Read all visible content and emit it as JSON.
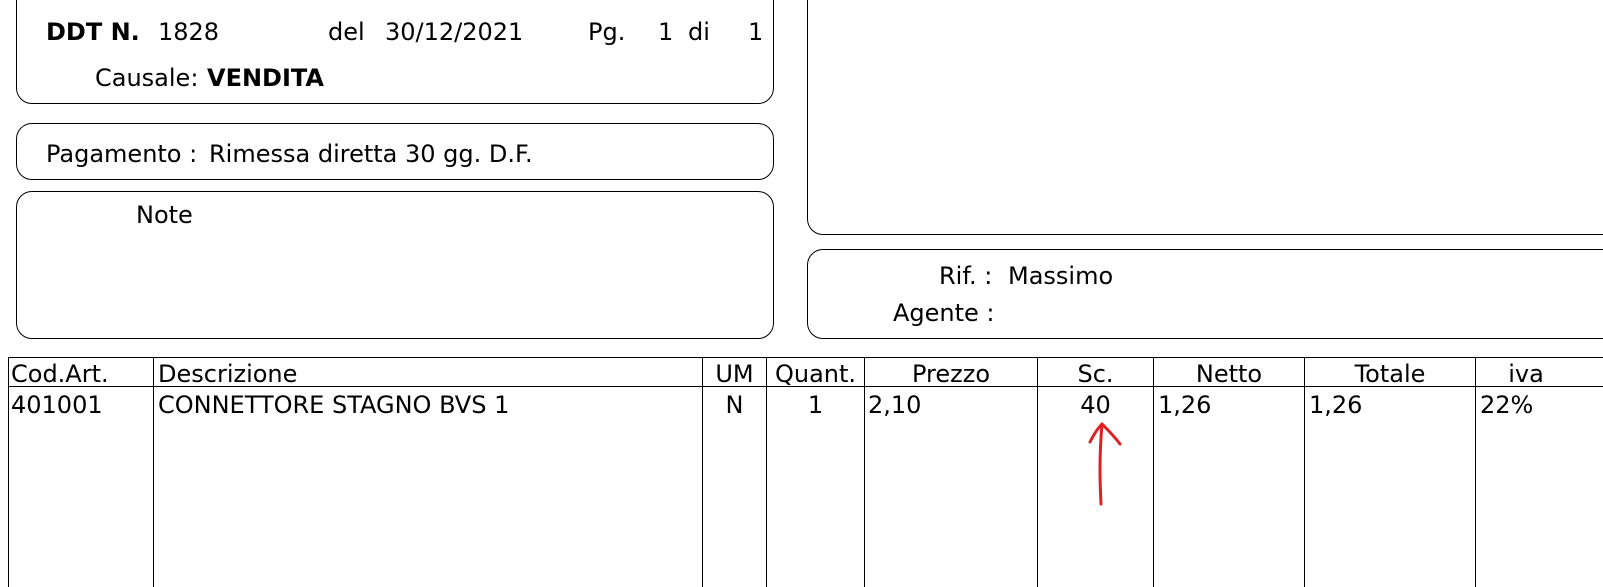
{
  "header": {
    "ddt_label": "DDT N.",
    "ddt_number": "1828",
    "del_label": "del",
    "date": "30/12/2021",
    "page_label": "Pg.",
    "page_current": "1",
    "page_of": "di",
    "page_total": "1",
    "causale_label": "Causale:",
    "causale_value": "VENDITA"
  },
  "payment": {
    "label": "Pagamento :",
    "value": "Rimessa diretta 30 gg. D.F."
  },
  "notes": {
    "label": "Note"
  },
  "reference": {
    "rif_label": "Rif. :",
    "rif_value": "Massimo",
    "agent_label": "Agente :",
    "agent_value": ""
  },
  "table": {
    "headers": {
      "code": "Cod.Art.",
      "description": "Descrizione",
      "um": "UM",
      "qty": "Quant.",
      "price": "Prezzo",
      "discount": "Sc.",
      "net": "Netto",
      "total": "Totale",
      "vat": "iva"
    },
    "rows": [
      {
        "code": "401001",
        "description": "CONNETTORE STAGNO BVS 1",
        "um": "N",
        "qty": "1",
        "price": "2,10",
        "discount": "40",
        "net": "1,26",
        "total": "1,26",
        "vat": "22%"
      }
    ]
  },
  "annotation": {
    "arrow_color": "#e02020"
  }
}
